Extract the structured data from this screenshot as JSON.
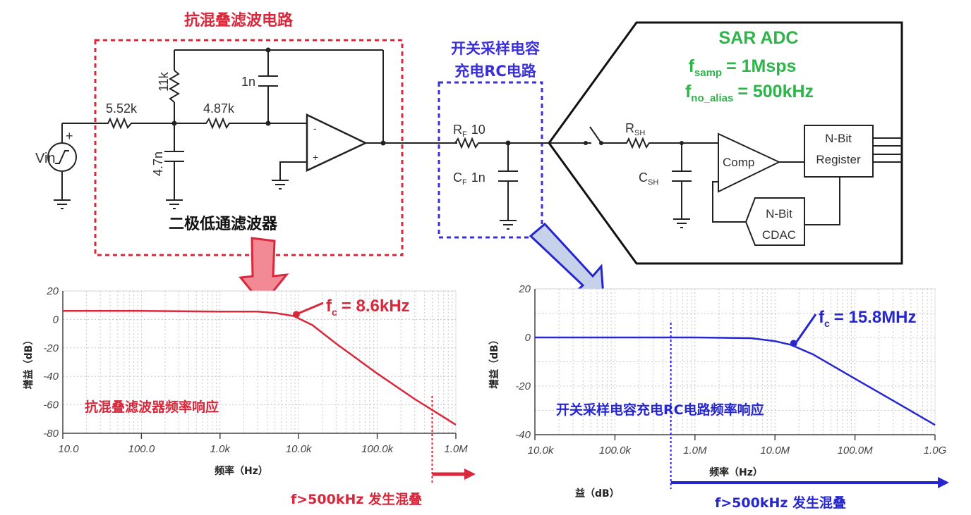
{
  "anti_alias_section": {
    "title": "抗混叠滤波电路",
    "subtitle": "二极低通滤波器",
    "color": "#d8283c",
    "components": {
      "r_in": "5.52k",
      "r_feedback": "11k",
      "r_mid": "4.87k",
      "c_feedback": "1n",
      "c_ground": "4.7n",
      "source": "Vin",
      "source_plus": "+",
      "opamp_minus": "-",
      "opamp_plus": "+"
    }
  },
  "rc_section": {
    "title_line1": "开关采样电容",
    "title_line2": "充电RC电路",
    "color": "#3a2fd8",
    "components": {
      "rf_label": "R",
      "rf_sub": "F",
      "rf_value": "10",
      "cf_label": "C",
      "cf_sub": "F",
      "cf_value": "1n"
    }
  },
  "sar_adc": {
    "title": "SAR ADC",
    "color": "#2db54a",
    "fsamp_label": "f",
    "fsamp_sub": "samp",
    "fsamp_value": "= 1Msps",
    "fnoalias_label": "f",
    "fnoalias_sub": "no_alias",
    "fnoalias_value": "= 500kHz",
    "rsh_label": "R",
    "rsh_sub": "SH",
    "csh_label": "C",
    "csh_sub": "SH",
    "comp_label": "Comp",
    "register_line1": "N-Bit",
    "register_line2": "Register",
    "cdac_line1": "N-Bit",
    "cdac_line2": "CDAC"
  },
  "chart_data": [
    {
      "type": "line",
      "title": "抗混叠滤波器频率响应",
      "xlabel": "频率（Hz）",
      "ylabel": "增益（dB）",
      "xscale": "log",
      "xlim": [
        10,
        1000000
      ],
      "ylim": [
        -80,
        20
      ],
      "x_ticks": [
        "10.0",
        "100.0",
        "1.0k",
        "10.0k",
        "100.0k",
        "1.0M"
      ],
      "y_ticks": [
        "20",
        "0",
        "-20",
        "-40",
        "-60",
        "-80"
      ],
      "grid": true,
      "series": [
        {
          "name": "anti-alias filter",
          "color": "#d8283c",
          "x": [
            10,
            100,
            1000,
            3000,
            5000,
            8600,
            15000,
            30000,
            100000,
            300000,
            1000000
          ],
          "y": [
            6,
            6,
            5.5,
            5.5,
            4.5,
            2.5,
            -4,
            -17,
            -38,
            -56,
            -74
          ]
        }
      ],
      "annotation": "f_c = 8.6kHz",
      "annotation_label": "f",
      "annotation_sub": "c",
      "annotation_value": "= 8.6kHz",
      "marker_x": 500000,
      "alias_note": "f>500kHz 发生混叠"
    },
    {
      "type": "line",
      "title": "开关采样电容充电RC电路频率响应",
      "xlabel": "频率（Hz）",
      "ylabel": "增益（dB）",
      "xscale": "log",
      "xlim": [
        10000,
        1000000000
      ],
      "ylim": [
        -40,
        20
      ],
      "x_ticks": [
        "10.0k",
        "100.0k",
        "1.0M",
        "10.0M",
        "100.0M",
        "1.0G"
      ],
      "y_ticks": [
        "20",
        "0",
        "-20",
        "-40"
      ],
      "grid": true,
      "series": [
        {
          "name": "RC charge circuit",
          "color": "#2626d0",
          "x": [
            10000,
            100000,
            1000000,
            5000000,
            10000000,
            15800000,
            30000000,
            100000000,
            300000000,
            1000000000
          ],
          "y": [
            0,
            0,
            0,
            -0.3,
            -1.5,
            -3,
            -7,
            -17,
            -26,
            -36
          ]
        }
      ],
      "annotation": "f_c = 15.8MHz",
      "annotation_label": "f",
      "annotation_sub": "c",
      "annotation_value": "= 15.8MHz",
      "marker_x": 500000,
      "alias_note": "f>500kHz 发生混叠",
      "stray_label": "益（dB）"
    }
  ]
}
